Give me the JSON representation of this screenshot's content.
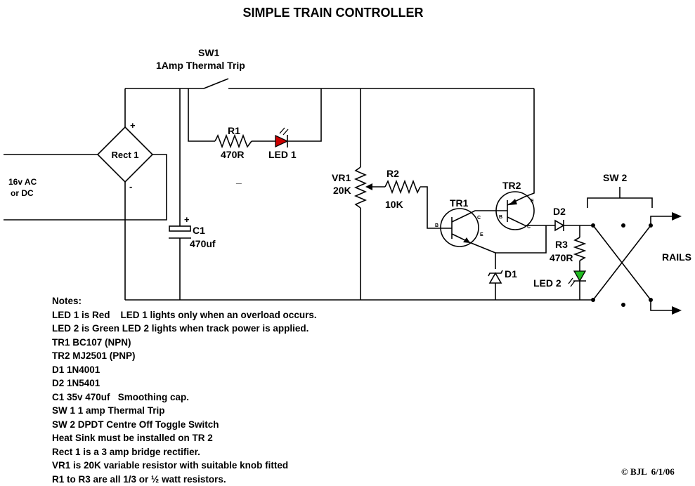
{
  "title": "SIMPLE TRAIN CONTROLLER",
  "labels": {
    "sw1_name": "SW1",
    "sw1_desc": "1Amp Thermal Trip",
    "rect1": "Rect 1",
    "plus": "+",
    "minus_rect": "-",
    "minus_led": "_",
    "input_line1": "16v AC",
    "input_line2": "or DC",
    "r1": "R1",
    "r1_value": "470R",
    "led1": "LED 1",
    "c1": "C1",
    "c1_value": "470uf",
    "vr1": "VR1",
    "vr1_value": "20K",
    "r2": "R2",
    "r2_value": "10K",
    "tr1": "TR1",
    "tr2": "TR2",
    "pin_b": "B",
    "pin_c": "C",
    "pin_e": "E",
    "d1": "D1",
    "d2": "D2",
    "r3": "R3",
    "r3_value": "470R",
    "led2": "LED 2",
    "sw2": "SW 2",
    "rails": "RAILS"
  },
  "notes": [
    "Notes:",
    "LED 1 is Red    LED 1 lights only when an overload occurs.",
    "LED 2 is Green LED 2 lights when track power is applied.",
    "TR1 BC107 (NPN)",
    "TR2 MJ2501 (PNP)",
    "D1 1N4001",
    "D2 1N5401",
    "C1 35v 470uf   Smoothing cap.",
    "SW 1 1 amp Thermal Trip",
    "SW 2 DPDT Centre Off Toggle Switch",
    "Heat Sink must be installed on TR 2",
    "Rect 1 is a 3 amp bridge rectifier.",
    "VR1 is 20K variable resistor with suitable knob fitted",
    "R1 to R3 are all 1/3 or ½ watt resistors."
  ],
  "copyright": "© BJL  6/1/06",
  "colors": {
    "led1": "#cc0000",
    "led2": "#22bb22",
    "ink": "#000000"
  }
}
